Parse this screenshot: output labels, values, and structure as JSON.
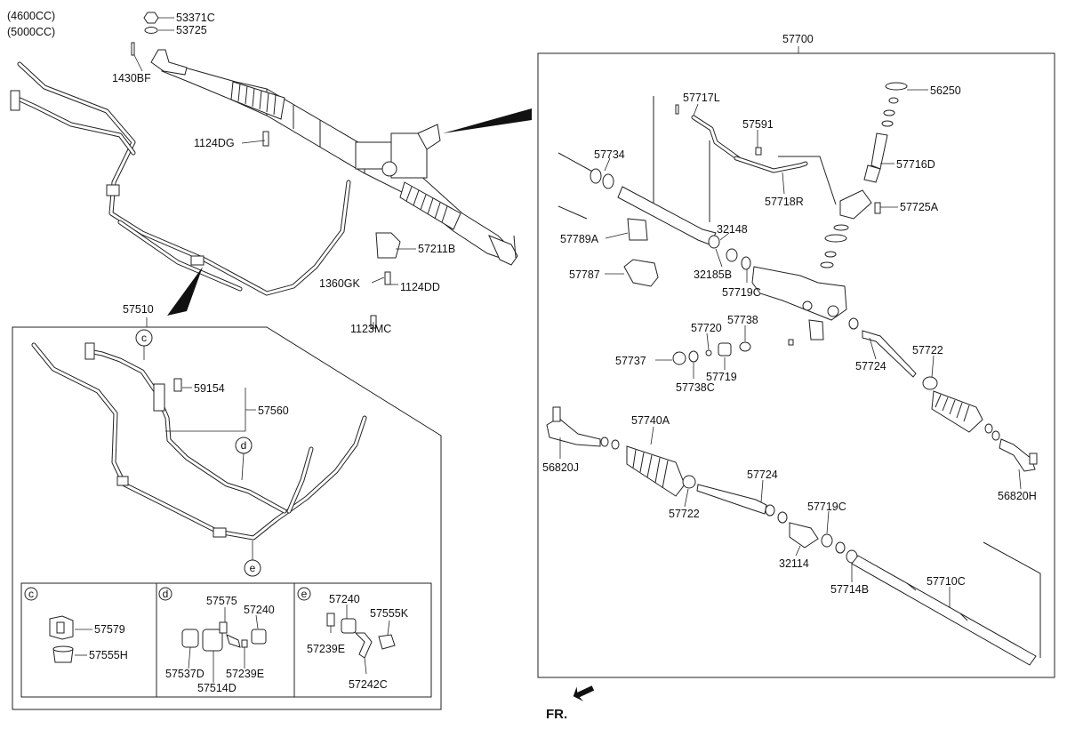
{
  "engine_variants": [
    "(4600CC)",
    "(5000CC)"
  ],
  "orientation_label": "FR.",
  "callouts": {
    "c53371c": "53371C",
    "c53725": "53725",
    "c1430bf": "1430BF",
    "c1124dg": "1124DG",
    "c57211b": "57211B",
    "c1360gk": "1360GK",
    "c1124dd": "1124DD",
    "c1123mc": "1123MC",
    "c57510": "57510",
    "c59154": "59154",
    "c57560": "57560",
    "c57700": "57700",
    "c57717l": "57717L",
    "c57591": "57591",
    "c56250": "56250",
    "c57734": "57734",
    "c57716d": "57716D",
    "c57718r": "57718R",
    "c57725a": "57725A",
    "c57789a": "57789A",
    "c32148": "32148",
    "c57787": "57787",
    "c32185b": "32185B",
    "c57719c_a": "57719C",
    "c57720": "57720",
    "c57738": "57738",
    "c57737": "57737",
    "c57738c": "57738C",
    "c57719": "57719",
    "c57724_a": "57724",
    "c57722_a": "57722",
    "c57740a": "57740A",
    "c56820j": "56820J",
    "c57724_b": "57724",
    "c57722_b": "57722",
    "c57719c_b": "57719C",
    "c56820h": "56820H",
    "c32114": "32114",
    "c57714b": "57714B",
    "c57710c": "57710C",
    "c57579": "57579",
    "c57555h": "57555H",
    "c57575": "57575",
    "c57240_d": "57240",
    "c57537d": "57537D",
    "c57239e_d": "57239E",
    "c57514d": "57514D",
    "c57240_e": "57240",
    "c57555k": "57555K",
    "c57239e_e": "57239E",
    "c57242c": "57242C"
  },
  "detail_markers": {
    "c": "c",
    "d": "d",
    "e": "e"
  }
}
